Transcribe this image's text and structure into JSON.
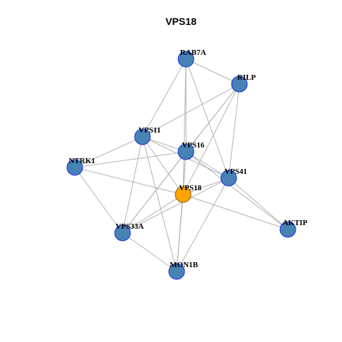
{
  "title": "VPS18",
  "colors": {
    "node_fill": "#4682B4",
    "node_stroke": "#1A2FE0",
    "center_fill": "#FFA500",
    "center_stroke": "#8B5A00",
    "edge": "#B3B3B3"
  },
  "nodes": [
    {
      "id": "RAB7A",
      "label": "RAB7A",
      "center": false
    },
    {
      "id": "RILP",
      "label": "RILP",
      "center": false
    },
    {
      "id": "VPS11",
      "label": "VPS11",
      "center": false
    },
    {
      "id": "VPS16",
      "label": "VPS16",
      "center": false
    },
    {
      "id": "NTRK1",
      "label": "NTRK1",
      "center": false
    },
    {
      "id": "VPS41",
      "label": "VPS41",
      "center": false
    },
    {
      "id": "VPS18",
      "label": "VPS18",
      "center": true
    },
    {
      "id": "VPS33A",
      "label": "VPS33A",
      "center": false
    },
    {
      "id": "AKTIP",
      "label": "AKTIP",
      "center": false
    },
    {
      "id": "MON1B",
      "label": "MON1B",
      "center": false
    }
  ],
  "edges": [
    [
      "RAB7A",
      "RILP"
    ],
    [
      "RAB7A",
      "VPS11"
    ],
    [
      "RAB7A",
      "VPS16"
    ],
    [
      "RAB7A",
      "VPS18"
    ],
    [
      "RAB7A",
      "VPS41"
    ],
    [
      "RILP",
      "VPS11"
    ],
    [
      "RILP",
      "VPS16"
    ],
    [
      "RILP",
      "VPS18"
    ],
    [
      "RILP",
      "VPS41"
    ],
    [
      "RILP",
      "VPS33A"
    ],
    [
      "VPS11",
      "VPS16"
    ],
    [
      "VPS11",
      "NTRK1"
    ],
    [
      "VPS11",
      "VPS41"
    ],
    [
      "VPS11",
      "VPS33A"
    ],
    [
      "VPS11",
      "MON1B"
    ],
    [
      "VPS11",
      "VPS18"
    ],
    [
      "VPS16",
      "NTRK1"
    ],
    [
      "VPS16",
      "VPS41"
    ],
    [
      "VPS16",
      "VPS18"
    ],
    [
      "VPS16",
      "VPS33A"
    ],
    [
      "VPS16",
      "MON1B"
    ],
    [
      "VPS16",
      "AKTIP"
    ],
    [
      "NTRK1",
      "VPS18"
    ],
    [
      "NTRK1",
      "VPS33A"
    ],
    [
      "VPS41",
      "VPS18"
    ],
    [
      "VPS41",
      "VPS33A"
    ],
    [
      "VPS41",
      "MON1B"
    ],
    [
      "VPS41",
      "AKTIP"
    ],
    [
      "VPS18",
      "VPS33A"
    ],
    [
      "VPS18",
      "MON1B"
    ],
    [
      "VPS18",
      "AKTIP"
    ],
    [
      "VPS33A",
      "MON1B"
    ]
  ]
}
